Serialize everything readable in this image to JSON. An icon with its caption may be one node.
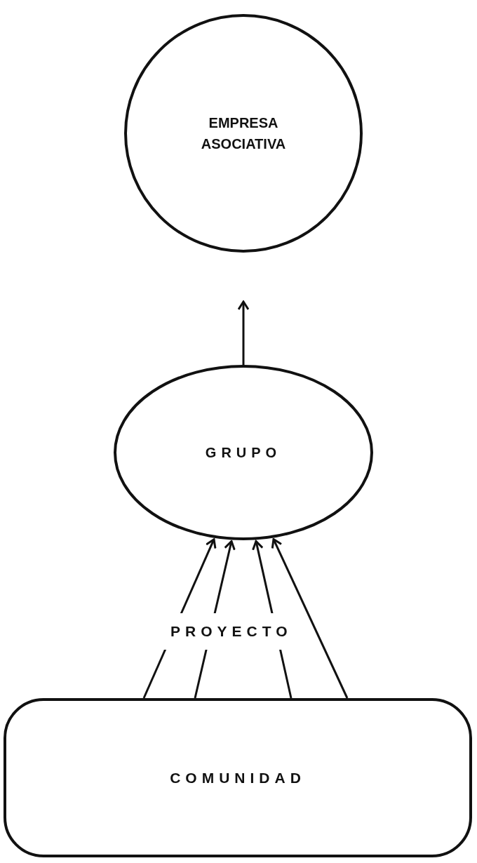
{
  "diagram": {
    "nodes": [
      {
        "text": [
          "EMPRESA ASOCIATIVA"
        ]
      },
      {
        "text": [
          "GRUPO"
        ]
      },
      {
        "text": [
          "COMUNIDAD"
        ]
      }
    ],
    "edges": [
      {
        "from": 1,
        "to": 0,
        "arrow": "to"
      },
      {
        "from": 2,
        "to": 1,
        "arrow": "to"
      },
      {
        "from": 2,
        "to": 1,
        "arrow": "to"
      },
      {
        "from": 2,
        "to": 1,
        "arrow": "to"
      },
      {
        "from": 2,
        "to": 1,
        "arrow": "to"
      }
    ],
    "labels": [
      "PROYECTO"
    ]
  }
}
